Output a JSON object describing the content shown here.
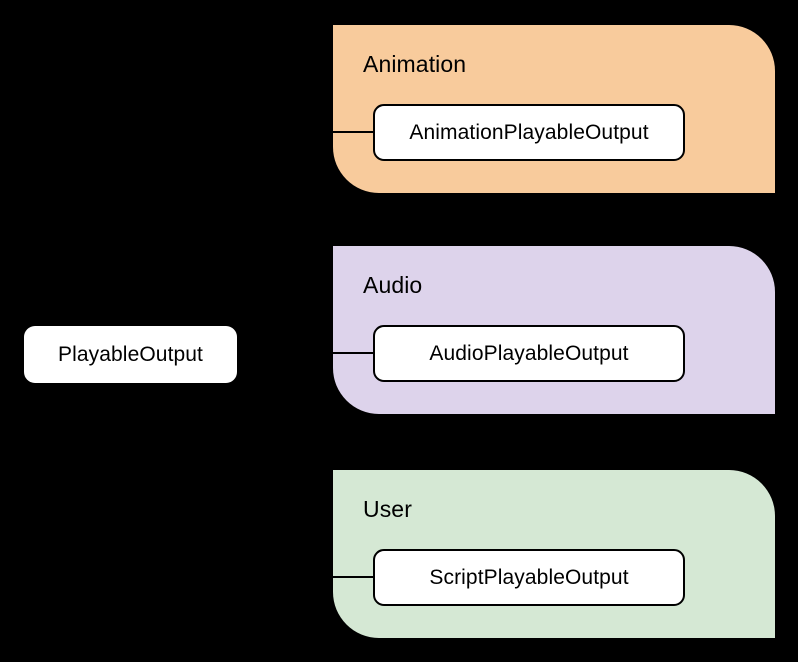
{
  "diagram": {
    "background_color": "#000000",
    "root": {
      "label": "PlayableOutput",
      "fill": "#ffffff",
      "text_color": "#000000"
    },
    "groups": [
      {
        "title": "Animation",
        "fill": "#f8cb9c",
        "node": {
          "label": "AnimationPlayableOutput",
          "fill": "#ffffff",
          "stroke": "#000000"
        }
      },
      {
        "title": "Audio",
        "fill": "#ddd3eb",
        "node": {
          "label": "AudioPlayableOutput",
          "fill": "#ffffff",
          "stroke": "#000000"
        }
      },
      {
        "title": "User",
        "fill": "#d5e8d4",
        "node": {
          "label": "ScriptPlayableOutput",
          "fill": "#ffffff",
          "stroke": "#000000"
        }
      }
    ]
  }
}
